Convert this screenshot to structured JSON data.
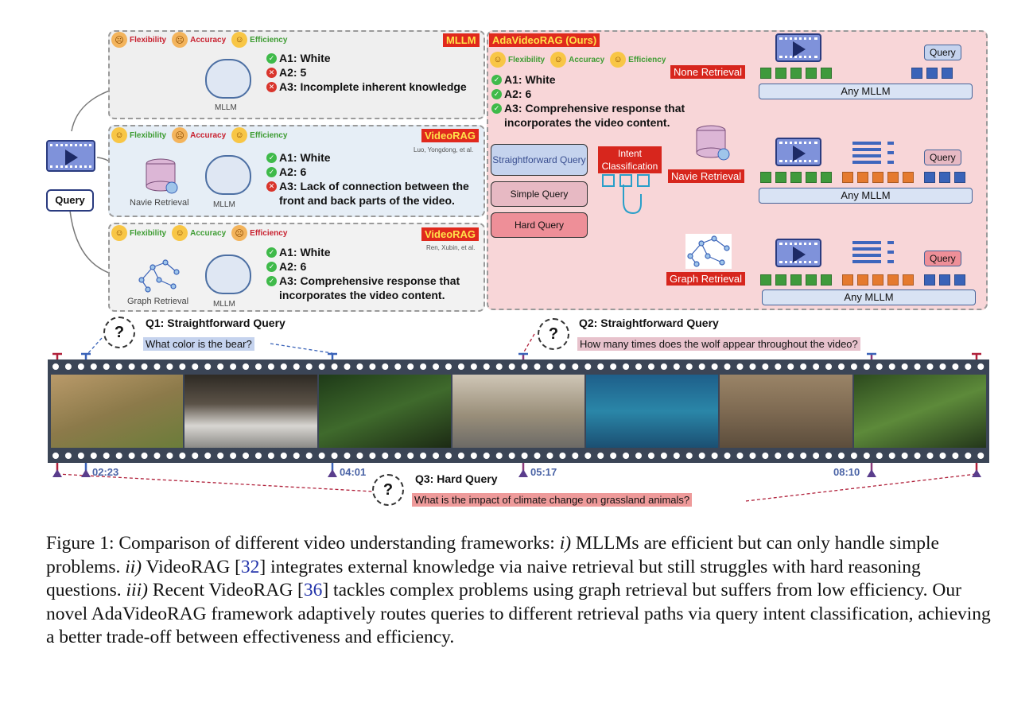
{
  "ratings": {
    "flexibility": "Flexibility",
    "accuracy": "Accuracy",
    "efficiency": "Efficiency"
  },
  "mllm_panel": {
    "tag": "MLLM",
    "brain_label": "MLLM",
    "answers": [
      "A1: White",
      "A2: 5",
      "A3: Incomplete inherent knowledge"
    ],
    "answer_status": [
      "correct",
      "wrong",
      "wrong"
    ]
  },
  "naive_panel": {
    "tag": "VideoRAG",
    "cite": "Luo, Yongdong, et al.",
    "retrieval_label": "Navie Retrieval",
    "brain_label": "MLLM",
    "answers": [
      "A1: White",
      "A2: 6",
      "A3: Lack of connection between the"
    ],
    "answer_cont": "front and back parts of the video.",
    "answer_status": [
      "correct",
      "correct",
      "wrong"
    ]
  },
  "graph_panel": {
    "tag": "VideoRAG",
    "cite": "Ren, Xubin, et al.",
    "retrieval_label": "Graph Retrieval",
    "brain_label": "MLLM",
    "answers": [
      "A1: White",
      "A2: 6",
      "A3: Comprehensive response that"
    ],
    "answer_cont": "incorporates the video content.",
    "answer_status": [
      "correct",
      "correct",
      "correct"
    ]
  },
  "query_box": "Query",
  "ours_panel": {
    "tag": "AdaVideoRAG (Ours)",
    "answers": [
      "A1: White",
      "A2: 6",
      "A3: Comprehensive response that"
    ],
    "answer_cont": "incorporates the video content.",
    "query_types": [
      "Straightforward Query",
      "Simple Query",
      "Hard Query"
    ],
    "intent_label": "Intent Classification",
    "routes": [
      {
        "label": "None Retrieval",
        "query": "Query",
        "mllm": "Any MLLM"
      },
      {
        "label": "Navie Retrieval",
        "query": "Query",
        "mllm": "Any MLLM"
      },
      {
        "label": "Graph Retrieval",
        "query": "Query",
        "mllm": "Any MLLM"
      }
    ]
  },
  "questions": {
    "q1_head": "Q1: Straightforward Query",
    "q1_text": "What color is the bear?",
    "q2_head": "Q2: Straightforward Query",
    "q2_text": "How many times does the wolf appear throughout the video?",
    "q3_head": "Q3: Hard Query",
    "q3_text": "What is the impact of climate change on grassland animals?"
  },
  "timestamps": [
    "02:23",
    "04:01",
    "05:17",
    "08:10"
  ],
  "colors": {
    "green": "#3f9a3c",
    "orange": "#e57a2f",
    "blue": "#3a63b8",
    "red_tag": "#e0291d",
    "panel_ours": "#f8d6d8"
  },
  "caption": {
    "prefix": "Figure 1:  Comparison of different video understanding frameworks: ",
    "i": "i)",
    "t1": " MLLMs are efficient but can only handle simple problems. ",
    "ii": "ii)",
    "t2": " VideoRAG [",
    "ref1": "32",
    "t3": "] integrates external knowledge via naive retrieval but still struggles with hard reasoning questions. ",
    "iii": "iii)",
    "t4": " Recent VideoRAG [",
    "ref2": "36",
    "t5": "] tackles complex problems using graph retrieval but suffers from low efficiency. Our novel AdaVideoRAG framework adaptively routes queries to different retrieval paths via query intent classification, achieving a better trade-off between effectiveness and efficiency."
  }
}
